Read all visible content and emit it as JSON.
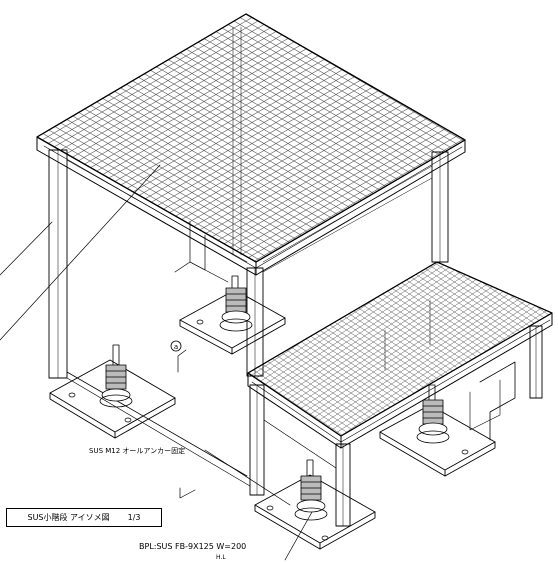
{
  "labels": {
    "anchor_bolt": "SUS  M12  オールアンカー固定",
    "base_plate": "BPL:SUS  FB-9X125  W=200",
    "hl": "H.L",
    "section_mark": "a"
  },
  "title_block": {
    "title": "SUS小階段  アイソメ図",
    "page": "1/3"
  }
}
